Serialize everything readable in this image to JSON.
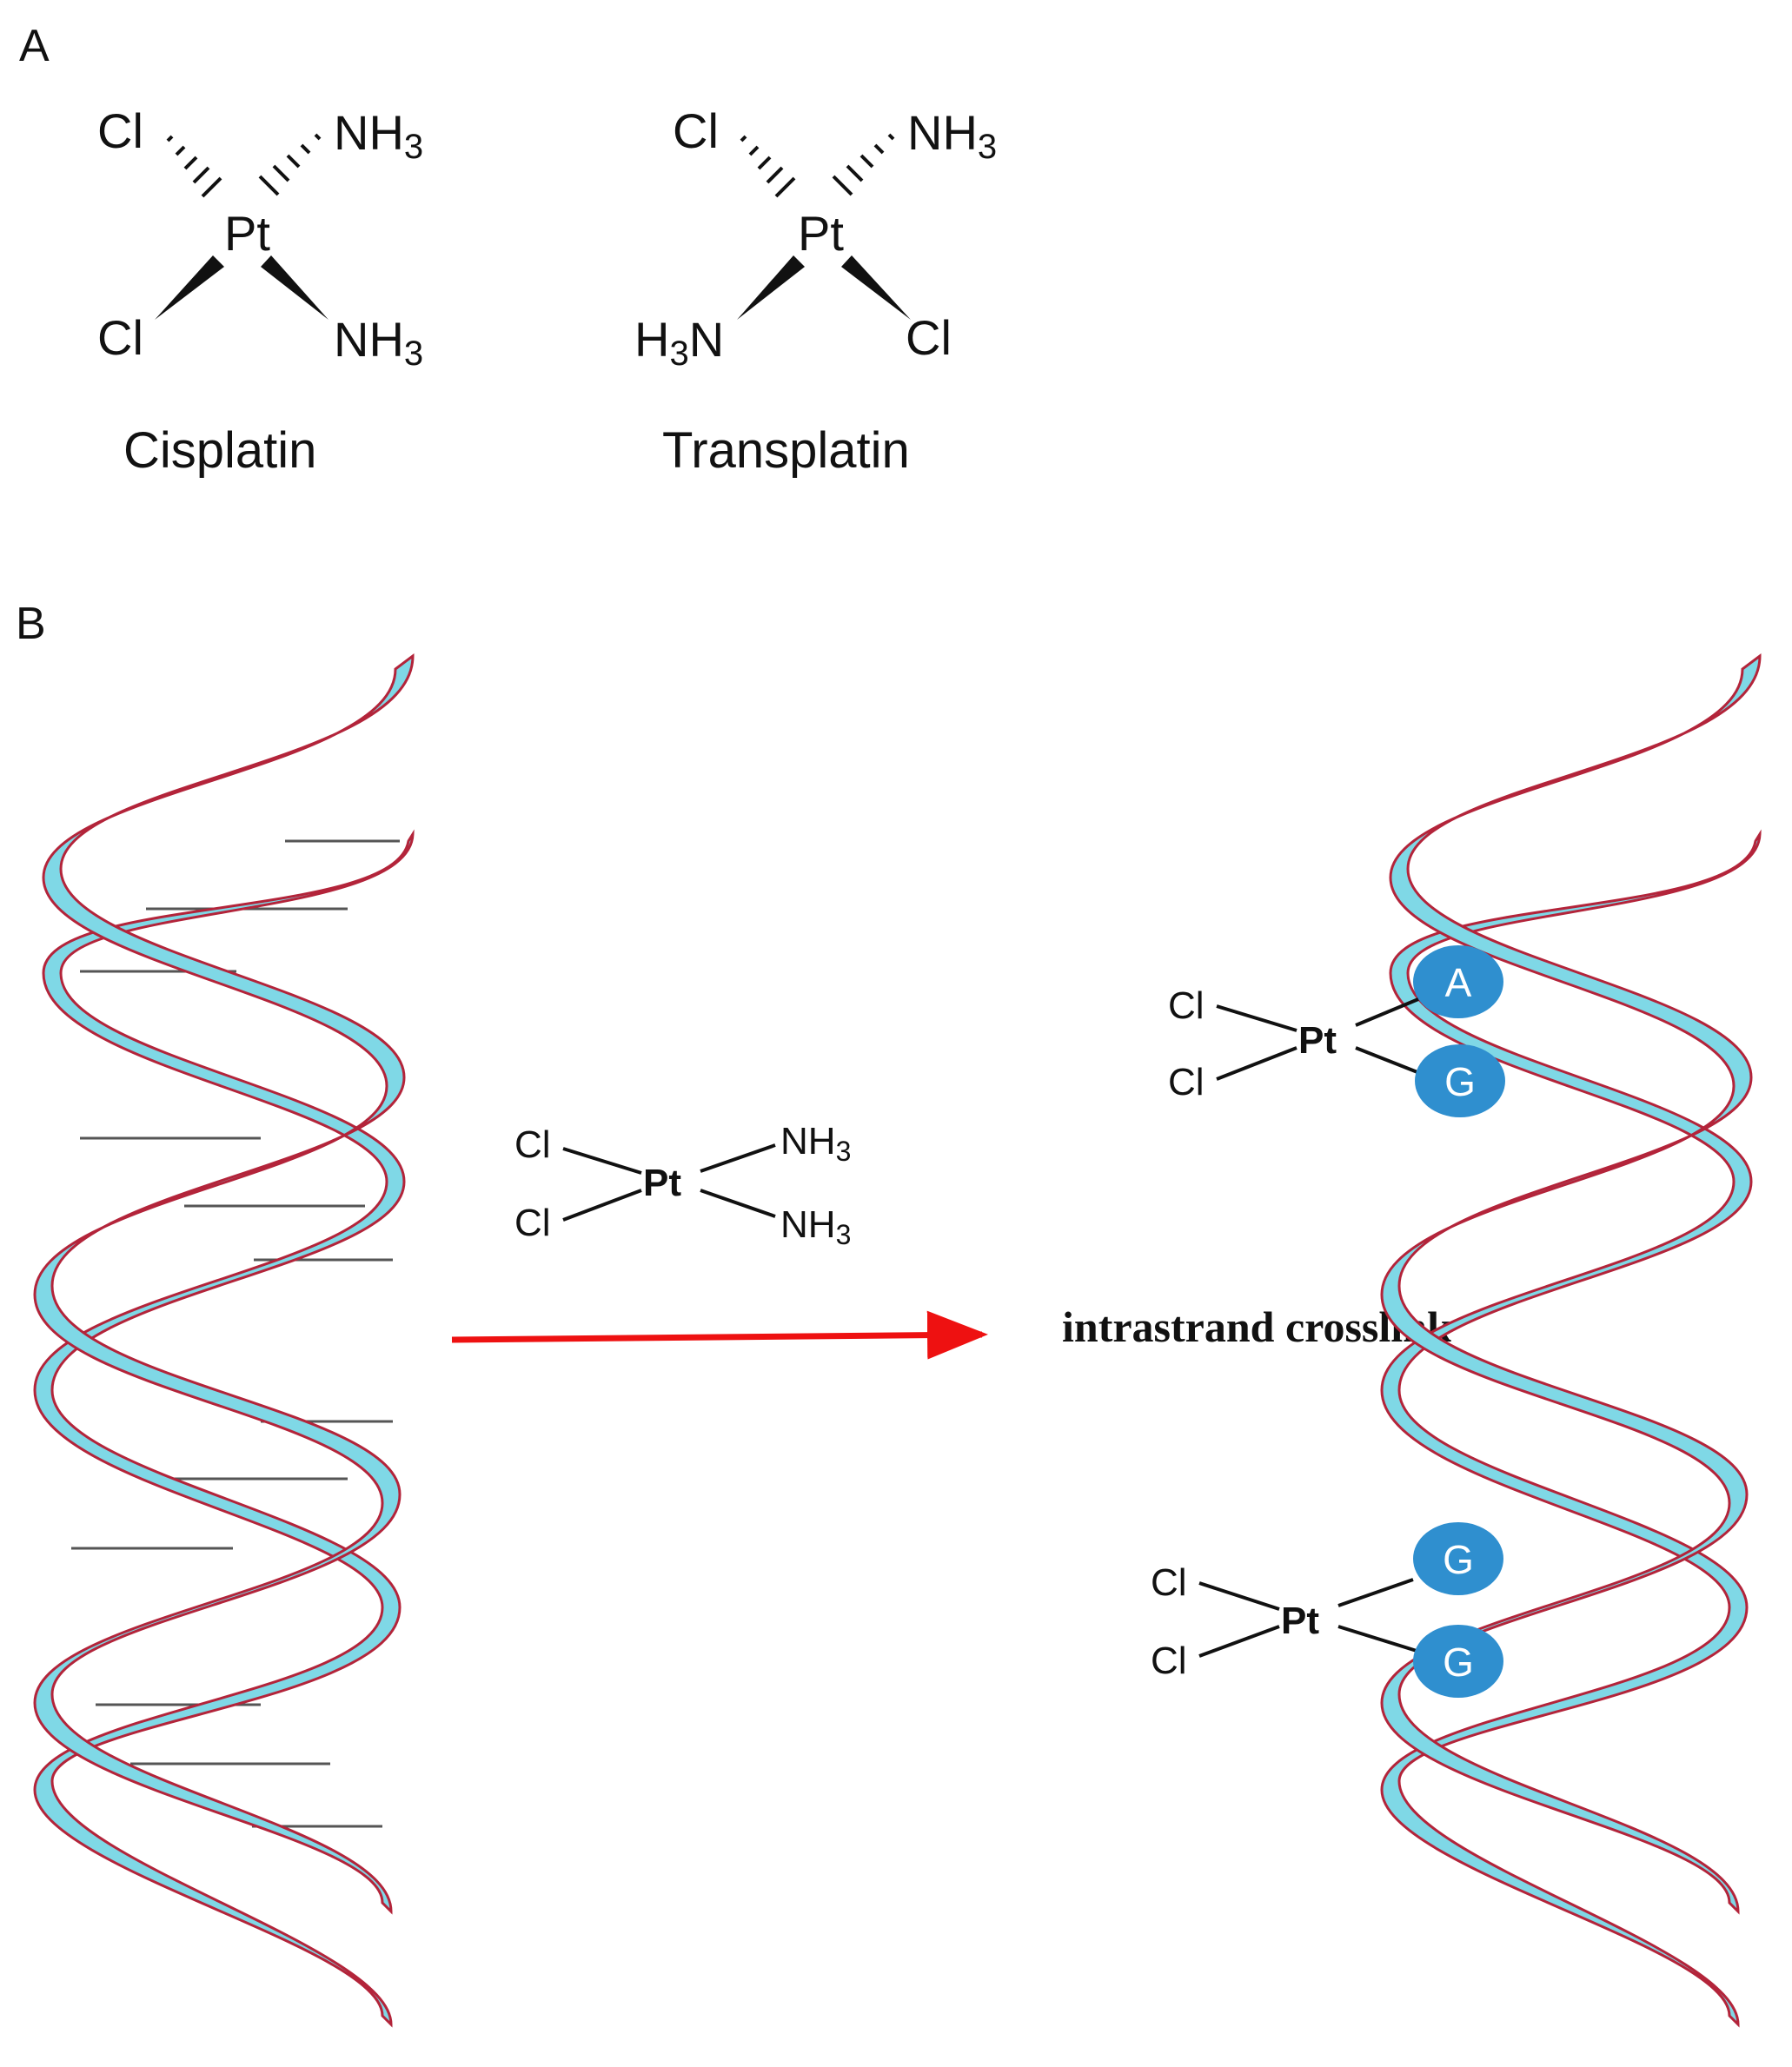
{
  "panels": {
    "a": {
      "label": "A"
    },
    "b": {
      "label": "B"
    }
  },
  "cisplatin": {
    "name": "Cisplatin",
    "metal": "Pt",
    "top_left": "Cl",
    "top_right_base": "NH",
    "top_right_sub": "3",
    "bottom_left": "Cl",
    "bottom_right_base": "NH",
    "bottom_right_sub": "3"
  },
  "transplatin": {
    "name": "Transplatin",
    "metal": "Pt",
    "top_left": "Cl",
    "top_right_base": "NH",
    "top_right_sub": "3",
    "bottom_left_pre": "H",
    "bottom_left_sub": "3",
    "bottom_left_post": "N",
    "bottom_right": "Cl"
  },
  "reagent": {
    "metal": "Pt",
    "ligand_1": "Cl",
    "ligand_2": "Cl",
    "ligand_3_base": "NH",
    "ligand_3_sub": "3",
    "ligand_4_base": "NH",
    "ligand_4_sub": "3"
  },
  "reaction": {
    "label": "intrastrand crosslink",
    "arrow_color": "#ee1111"
  },
  "adduct_top": {
    "metal": "Pt",
    "ligand_1": "Cl",
    "ligand_2": "Cl",
    "base_1": "A",
    "base_2": "G"
  },
  "adduct_bottom": {
    "metal": "Pt",
    "ligand_1": "Cl",
    "ligand_2": "Cl",
    "base_1": "G",
    "base_2": "G"
  },
  "colors": {
    "helix_fill": "#7fd8e6",
    "helix_stroke": "#b3243a",
    "base_circle": "#2f8fcf",
    "rung": "#555555"
  }
}
